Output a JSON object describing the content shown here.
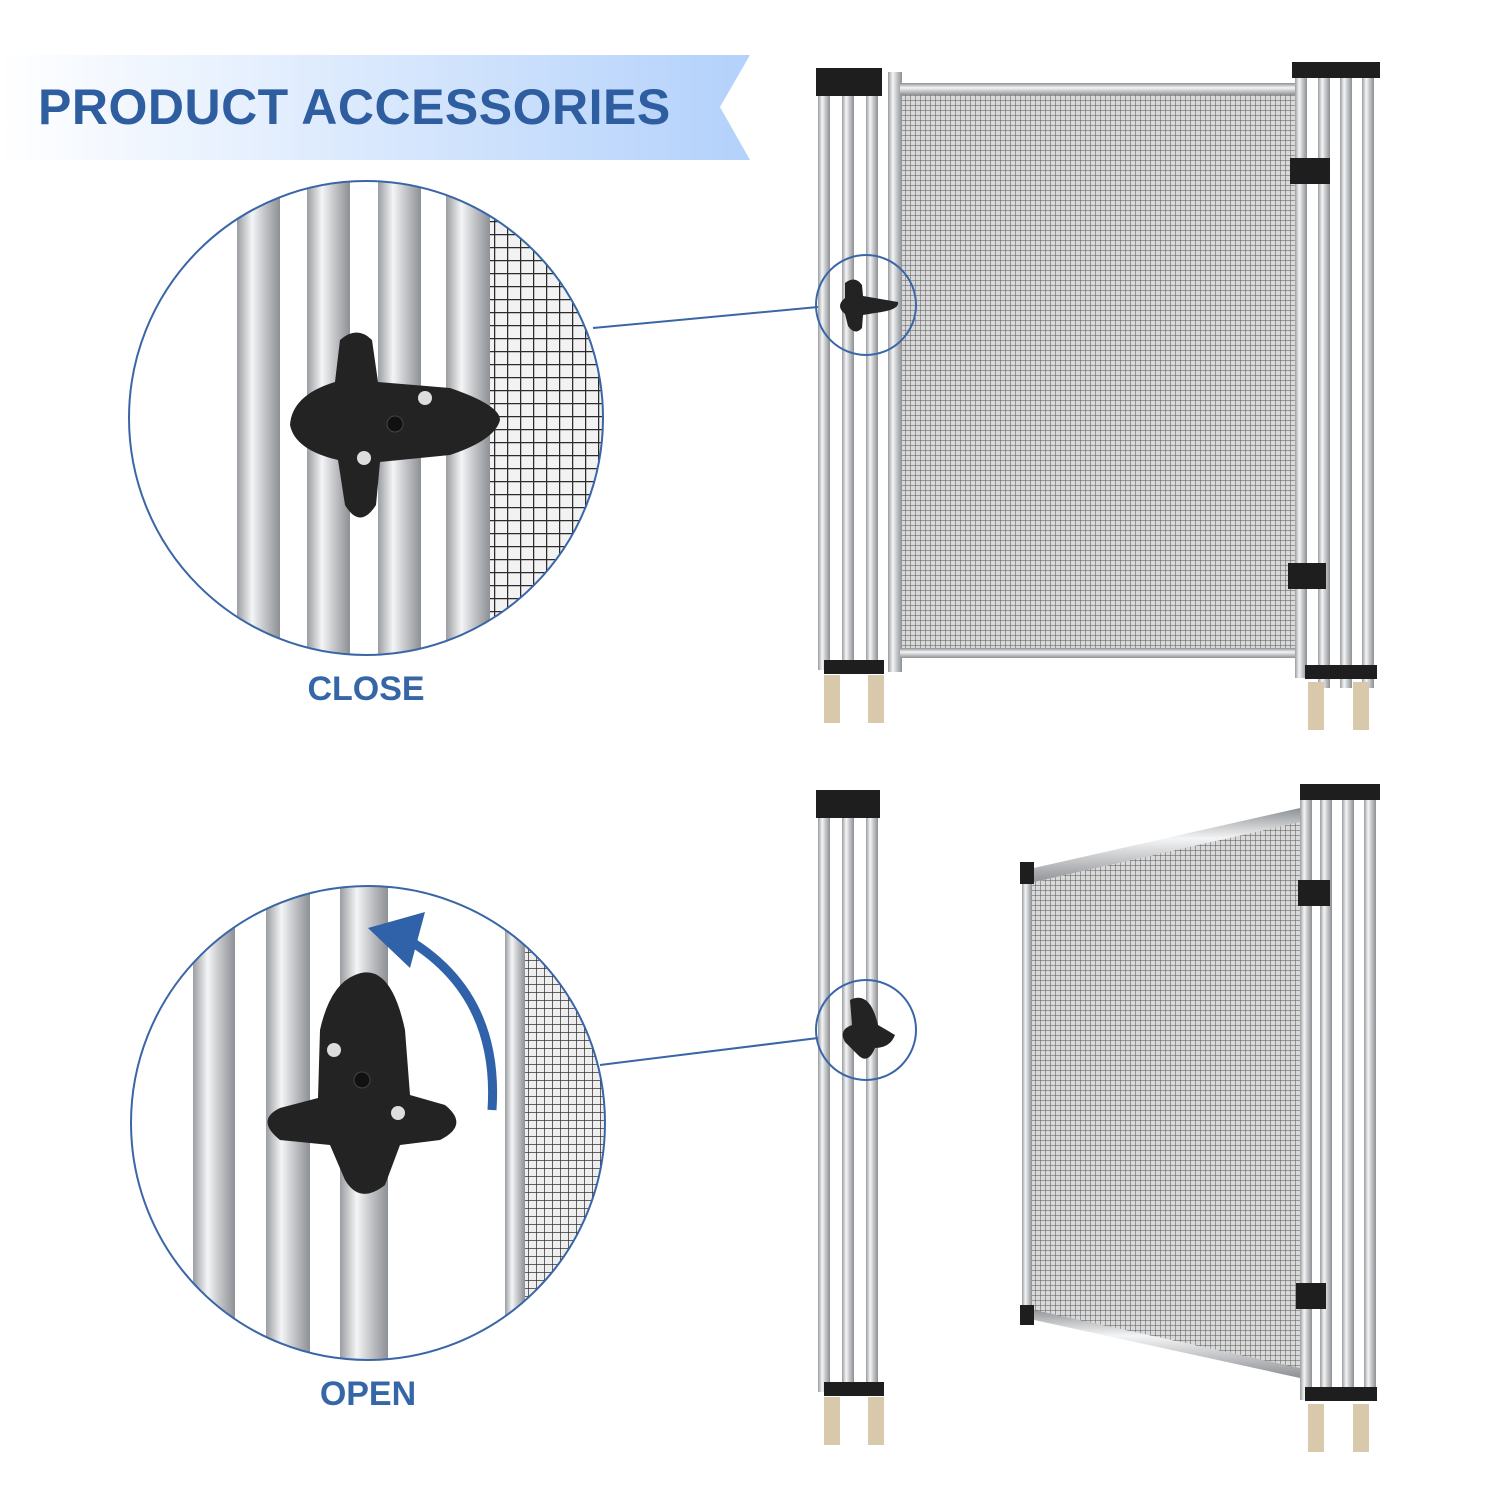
{
  "banner": {
    "title": "PRODUCT ACCESSORIES"
  },
  "panels": [
    {
      "state_label": "CLOSE"
    },
    {
      "state_label": "OPEN"
    }
  ],
  "colors": {
    "accent": "#2e5e9f",
    "callout_line": "#3a66a8",
    "latch": "#222222",
    "foot": "#d8c9ac"
  }
}
